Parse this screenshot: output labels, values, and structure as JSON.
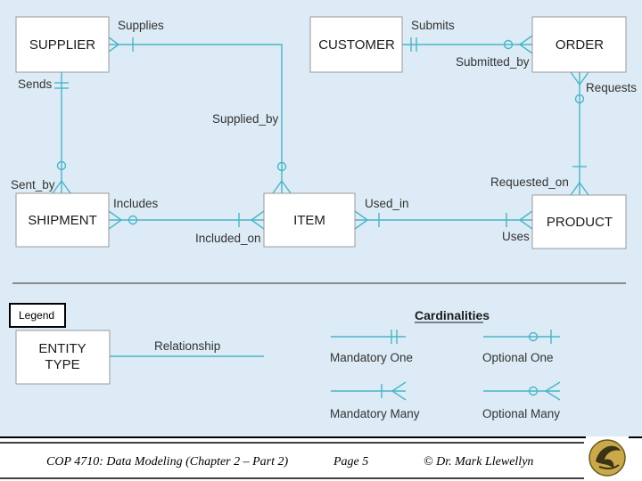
{
  "colors": {
    "line": "#4ab5c8",
    "background": "#dcebf5",
    "entity_fill": "#ffffff",
    "entity_stroke": "#9a9a9a"
  },
  "entities": {
    "supplier": "SUPPLIER",
    "customer": "CUSTOMER",
    "order": "ORDER",
    "shipment": "SHIPMENT",
    "item": "ITEM",
    "product": "PRODUCT"
  },
  "relationships": {
    "supplies": "Supplies",
    "supplied_by": "Supplied_by",
    "submits": "Submits",
    "submitted_by": "Submitted_by",
    "requests": "Requests",
    "requested_on": "Requested_on",
    "sends": "Sends",
    "sent_by": "Sent_by",
    "includes": "Includes",
    "included_on": "Included_on",
    "used_in": "Used_in",
    "uses": "Uses"
  },
  "legend": {
    "tag": "Legend",
    "entity_line1": "ENTITY",
    "entity_line2": "TYPE",
    "relationship": "Relationship",
    "cardinalities_title": "Cardinalities",
    "mandatory_one": "Mandatory One",
    "optional_one": "Optional One",
    "mandatory_many": "Mandatory Many",
    "optional_many": "Optional Many"
  },
  "footer": {
    "course": "COP 4710: Data Modeling (Chapter 2 – Part 2)",
    "page": "Page 5",
    "author": "© Dr. Mark Llewellyn"
  }
}
